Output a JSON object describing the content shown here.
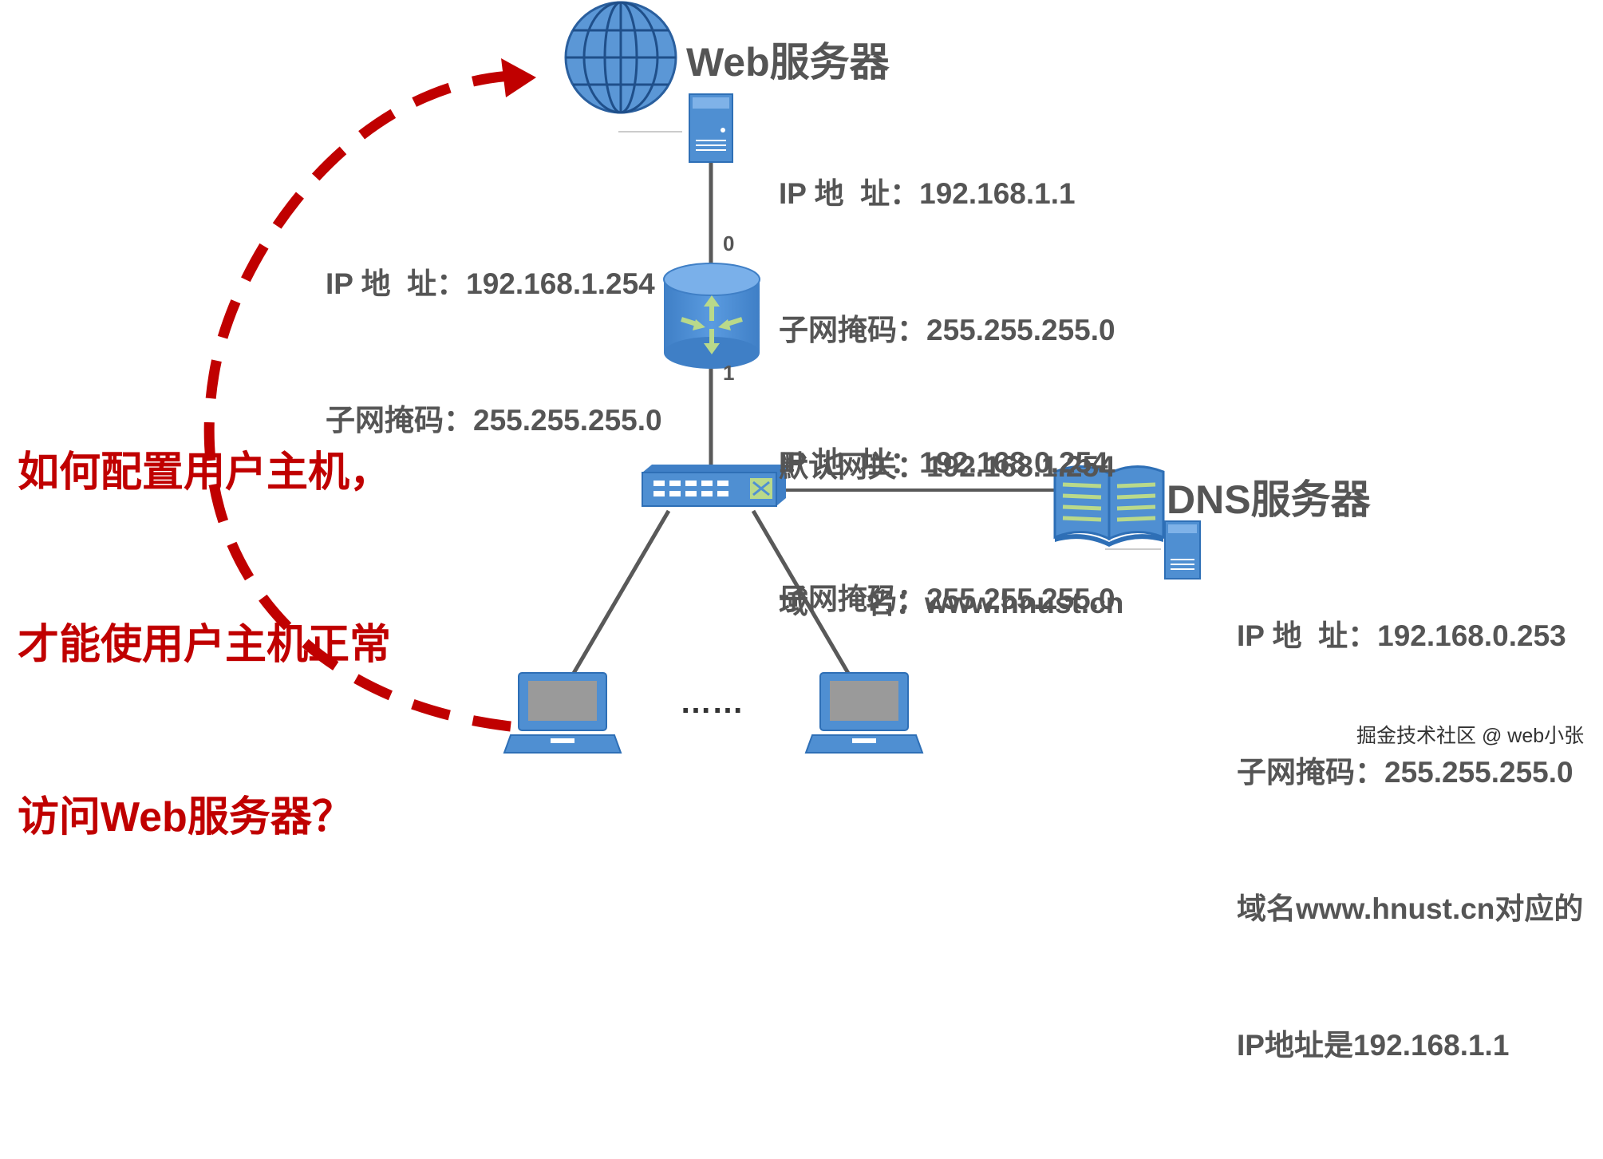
{
  "colors": {
    "device_blue": "#4f8fd2",
    "device_dark": "#2e6fb6",
    "arrow_red": "#c00000",
    "line_gray": "#595959",
    "label_gray": "#555555"
  },
  "web_server": {
    "title": "Web服务器",
    "info": [
      {
        "label": "IP 地  址：",
        "value": "192.168.1.1"
      },
      {
        "label": "子网掩码：",
        "value": "255.255.255.0"
      },
      {
        "label": "默认网关：",
        "value": "192.168.1.254"
      },
      {
        "label": "域       名：",
        "value": "www.hnust.cn"
      }
    ]
  },
  "router": {
    "port0": {
      "port_label": "0",
      "info": [
        {
          "label": "IP 地  址：",
          "value": "192.168.1.254"
        },
        {
          "label": "子网掩码：",
          "value": "255.255.255.0"
        }
      ]
    },
    "port1": {
      "port_label": "1",
      "info": [
        {
          "label": "IP 地  址：",
          "value": "192.168.0.254"
        },
        {
          "label": "子网掩码：",
          "value": "255.255.255.0"
        }
      ]
    }
  },
  "dns_server": {
    "title": "DNS服务器",
    "info": [
      {
        "label": "IP 地  址：",
        "value": "192.168.0.253"
      },
      {
        "label": "子网掩码：",
        "value": "255.255.255.0"
      }
    ],
    "note_line1": "域名www.hnust.cn对应的",
    "note_line2": "IP地址是192.168.1.1"
  },
  "question": {
    "line1": "如何配置用户主机，",
    "line2": "才能使用户主机正常",
    "line3": "访问Web服务器？"
  },
  "ellipsis": "……",
  "watermark": "掘金技术社区 @ web小张",
  "icons": [
    "globe-icon",
    "server-icon",
    "router-icon",
    "switch-icon",
    "book-icon",
    "laptop-icon"
  ]
}
